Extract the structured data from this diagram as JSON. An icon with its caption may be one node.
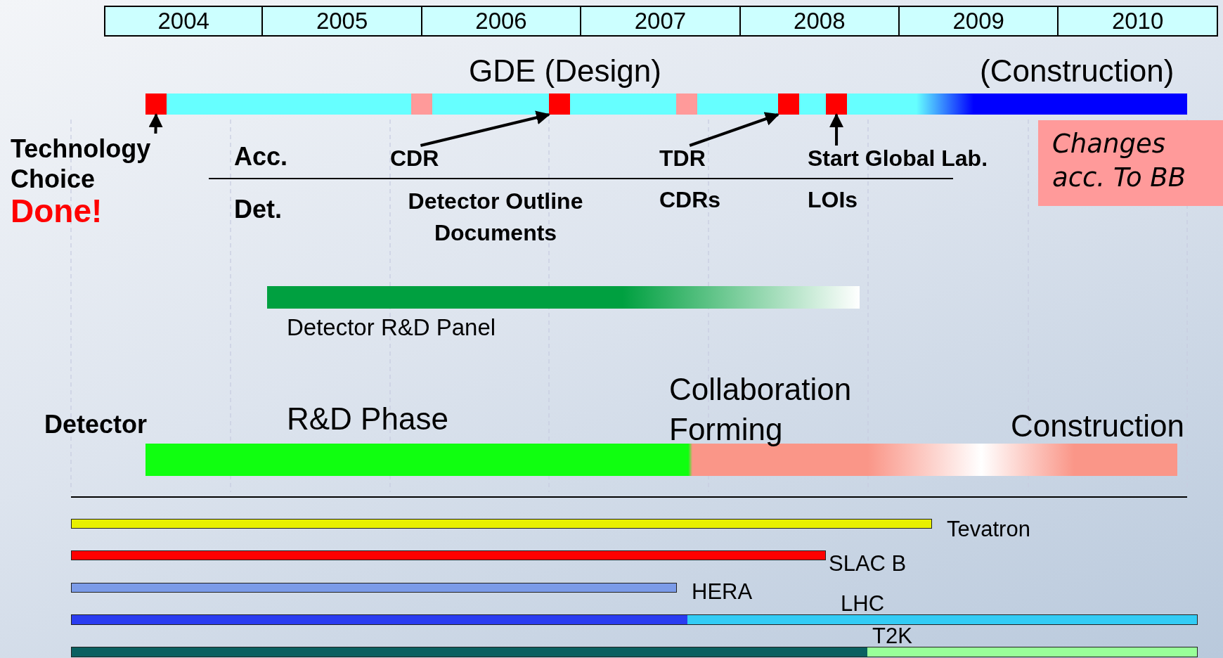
{
  "diagram": {
    "nodes": [
      {
        "text": [
          "GDE (Design)",
          "(Construction)"
        ]
      },
      {
        "text": [],
        "shape": "box",
        "in": 0
      },
      {
        "text": [],
        "shape": "box",
        "in": 0
      },
      {
        "text": [],
        "shape": "box",
        "in": 0
      },
      {
        "text": [],
        "shape": "box",
        "in": 0
      },
      {
        "text": [
          "Technology Choice",
          "Done!"
        ]
      },
      {
        "text": [
          "CDR"
        ]
      },
      {
        "text": [
          "TDR"
        ]
      },
      {
        "text": [
          "Start Global Lab."
        ]
      },
      {
        "text": [
          "Changes acc. To BB"
        ]
      },
      {
        "text": [
          "Detector R&D Panel"
        ]
      },
      {
        "text": [
          "R&D Phase",
          "Collaboration Forming",
          "Construction"
        ]
      },
      {
        "text": [
          "Tevatron"
        ]
      },
      {
        "text": [
          "SLAC B"
        ]
      },
      {
        "text": [
          "HERA"
        ]
      },
      {
        "text": [
          "LHC"
        ]
      },
      {
        "text": [
          "T2K"
        ]
      }
    ],
    "edges": [
      {
        "from": 5,
        "to": 1,
        "arrow": "to"
      },
      {
        "from": 6,
        "to": 2,
        "arrow": "to"
      },
      {
        "from": 7,
        "to": 3,
        "arrow": "to"
      },
      {
        "from": 8,
        "to": 4,
        "arrow": "to"
      }
    ],
    "labels": [
      "2004",
      "2005",
      "2006",
      "2007",
      "2008",
      "2009",
      "2010",
      "Acc.",
      "Det.",
      "Detector Outline Documents",
      "CDRs",
      "LOIs",
      "Detector"
    ]
  }
}
